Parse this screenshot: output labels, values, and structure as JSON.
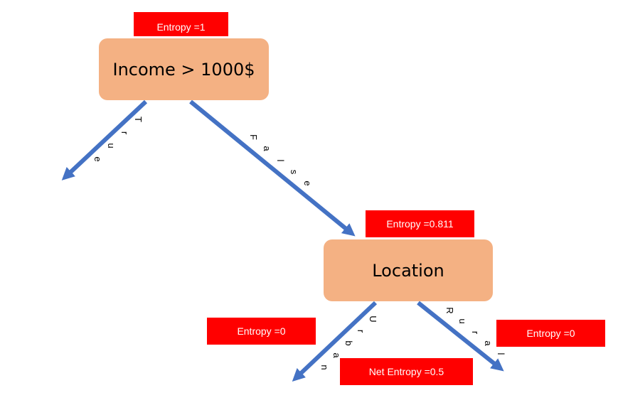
{
  "colors": {
    "node_fill": "#f4b183",
    "tag_fill": "#ff0000",
    "tag_text": "#ffffff",
    "edge": "#4472c4"
  },
  "nodes": {
    "root": {
      "label": "Income > 1000$",
      "entropy": "Entropy =1"
    },
    "location": {
      "label": "Location",
      "entropy": "Entropy =0.811"
    }
  },
  "edges": {
    "true": "True",
    "false": "False",
    "urban": "Urban",
    "rural": "Rural"
  },
  "leaf_tags": {
    "urban_entropy": "Entropy =0",
    "rural_entropy": "Entropy =0",
    "net_entropy": "Net Entropy =0.5"
  }
}
